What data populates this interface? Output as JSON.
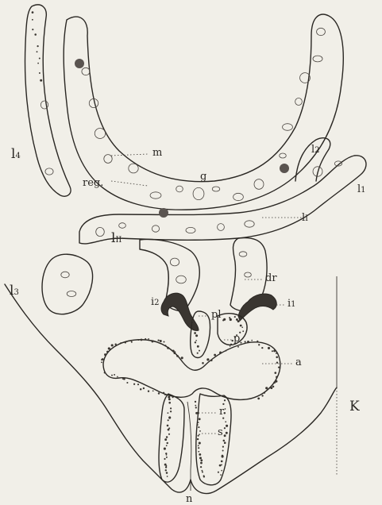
{
  "labels": {
    "l4": "l",
    "l4_sub": "4",
    "l2": "l",
    "l2_sub": "2",
    "l1": "l",
    "l1_sub": "1",
    "lI": "l",
    "lI_sub": "I",
    "lII": "l",
    "lII_sub": "II",
    "l3": "l",
    "l3_sub": "3",
    "m": "m",
    "g": "g",
    "reg": "reg.",
    "dr": "dr",
    "i1": "i",
    "i1_sub": "1",
    "i2": "i",
    "i2_sub": "2",
    "pl": "pl",
    "p": "p",
    "a": "a",
    "r": "r",
    "s": "s",
    "n": "n",
    "K": "K"
  }
}
